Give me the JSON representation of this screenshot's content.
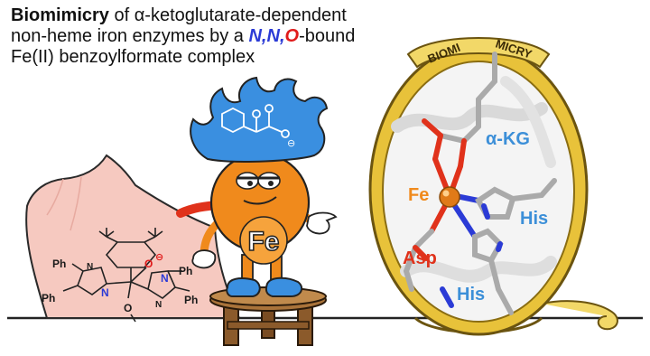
{
  "title": {
    "bold": "Biomimicry",
    "line1_rest": " of α-ketoglutarate-dependent",
    "line2_pre": "non-heme iron enzymes by a ",
    "n1": "N",
    "comma1": ",",
    "n2": "N",
    "comma2": ",",
    "o": "O",
    "line2_post": "-bound",
    "line3": "Fe(II) benzoylformate complex"
  },
  "mirror": {
    "banner_left": "BIOMI",
    "banner_right": "MICRY",
    "labels": {
      "akg": "α-KG",
      "fe": "Fe",
      "his_upper": "His",
      "asp": "Asp",
      "his_lower": "His"
    }
  },
  "character": {
    "badge": "Fe",
    "carboxylate_charge": "⊖"
  },
  "cape_molecule": {
    "ph_labels": [
      "Ph",
      "Ph",
      "Ph",
      "Ph"
    ],
    "n_labels": [
      "N",
      "N",
      "N",
      "N"
    ],
    "oxygen": "O",
    "oxygen_charge": "⊖",
    "methoxy": "O"
  },
  "colors": {
    "orange": "#f08a1c",
    "blue_hair": "#3a8fe0",
    "cape": "#f6c9c0",
    "frame_gold": "#e8c23a",
    "label_blue": "#3c8fd8",
    "label_red": "#e0321b",
    "fe_orange": "#f08a1c"
  }
}
